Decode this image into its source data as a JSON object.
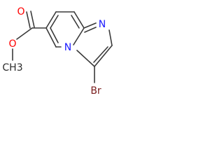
{
  "molecule": {
    "atoms": {
      "carbonyl_oxygen": "O",
      "ester_oxygen": "O",
      "methyl": "CH3",
      "imidazole_nitrogen": "N",
      "bridgehead_nitrogen": "N",
      "bromine": "Br"
    },
    "colors": {
      "oxygen": "#ff0000",
      "nitrogen": "#1a1aff",
      "bromine": "#7a1d1d",
      "carbon_bond": "#3a3a3a"
    }
  }
}
